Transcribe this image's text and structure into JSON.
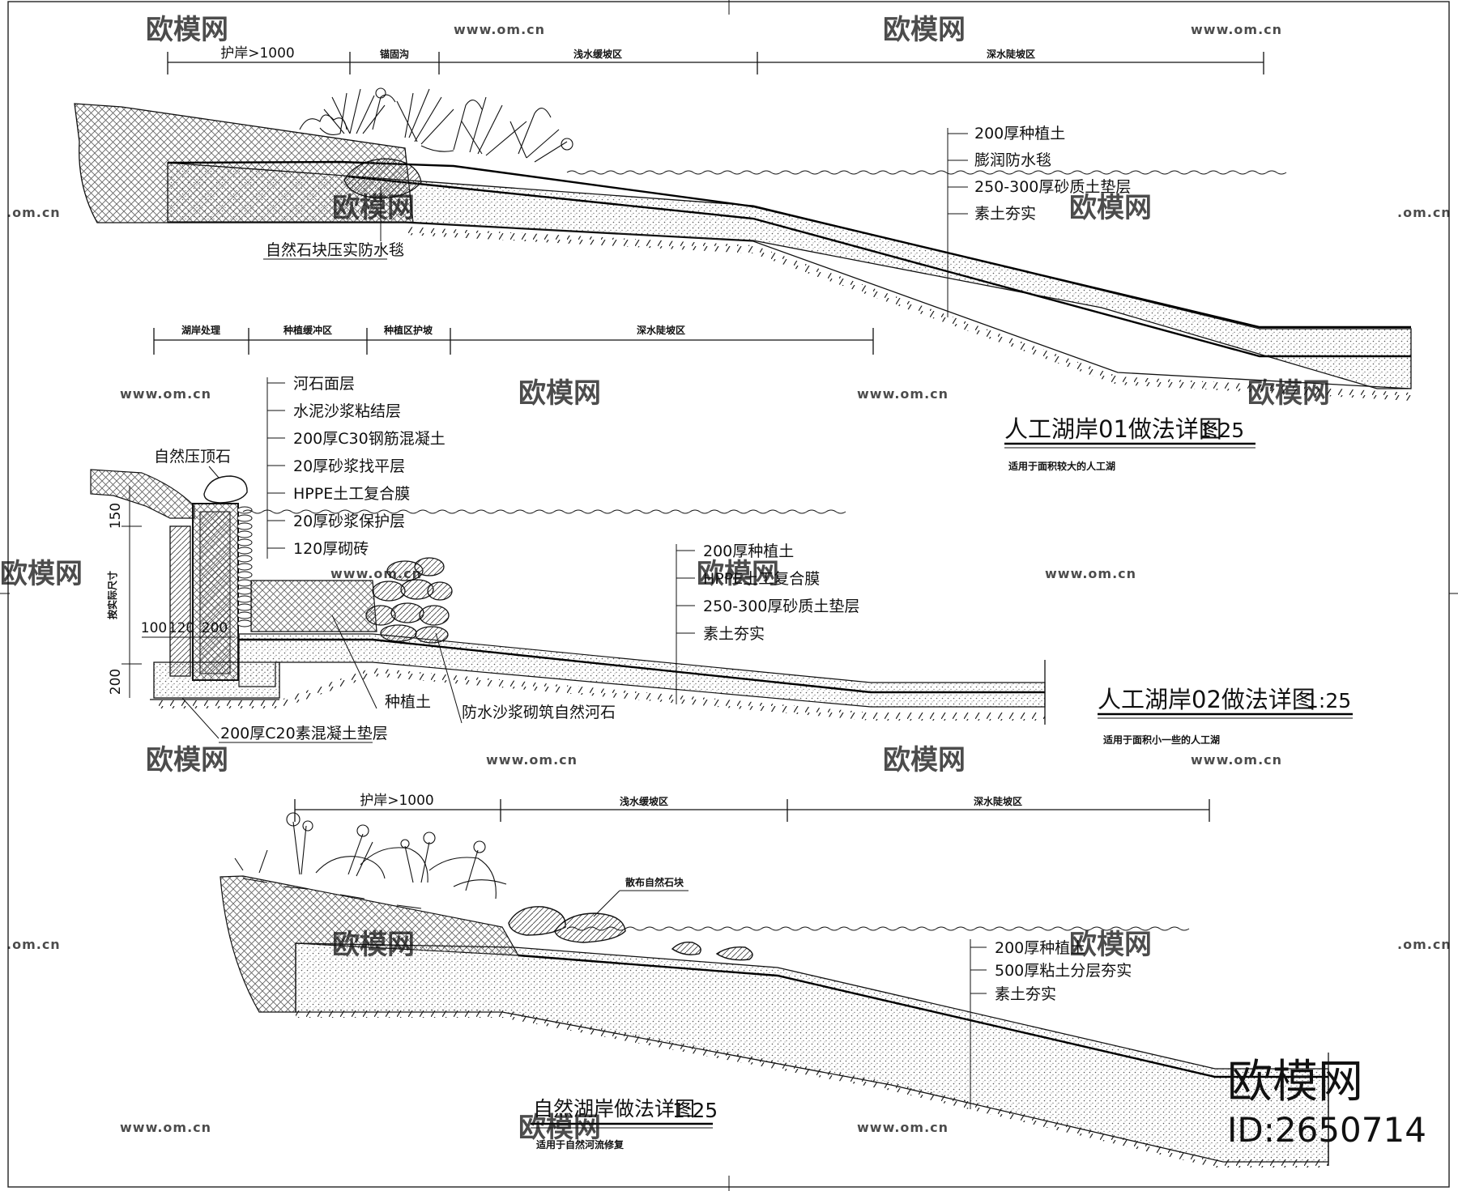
{
  "detail1": {
    "title": "人工湖岸01做法详图",
    "scale": "1:25",
    "subtitle": "适用于面积较大的人工湖",
    "zones": [
      "护岸>1000",
      "锚固沟",
      "浅水缓坡区",
      "深水陡坡区"
    ],
    "layers": [
      "200厚种植土",
      "膨润防水毯",
      "250-300厚砂质土垫层",
      "素土夯实"
    ],
    "callout": "自然石块压实防水毯"
  },
  "detail2": {
    "title": "人工湖岸02做法详图",
    "scale": "1:25",
    "subtitle": "适用于面积小一些的人工湖",
    "zones": [
      "湖岸处理",
      "种植缓冲区",
      "种植区护坡",
      "深水陡坡区"
    ],
    "wall_layers": [
      "河石面层",
      "水泥沙浆粘结层",
      "200厚C30钢筋混凝土",
      "20厚砂浆找平层",
      "HPPE土工复合膜",
      "20厚砂浆保护层",
      "120厚砌砖"
    ],
    "slope_layers": [
      "200厚种植土",
      "HPPE土工复合膜",
      "250-300厚砂质土垫层",
      "素土夯实"
    ],
    "capstone": "自然压顶石",
    "dims": {
      "d150": "150",
      "d200": "200",
      "d100": "100",
      "d120": "120",
      "d200b": "200",
      "vertical": "按实际尺寸"
    },
    "callouts": [
      "种植土",
      "防水沙浆砌筑自然河石",
      "200厚C20素混凝土垫层"
    ]
  },
  "detail3": {
    "title": "自然湖岸做法详图",
    "scale": "1:25",
    "subtitle": "适用于自然河流修复",
    "zones": [
      "护岸>1000",
      "浅水缓坡区",
      "深水陡坡区"
    ],
    "layers": [
      "200厚种植土",
      "500厚粘土分层夯实",
      "素土夯实"
    ],
    "callout": "散布自然石块"
  },
  "watermark": {
    "brand": "欧模网",
    "url": "www.om.cn",
    "url_short": ".om.cn",
    "id": "ID:2650714"
  }
}
